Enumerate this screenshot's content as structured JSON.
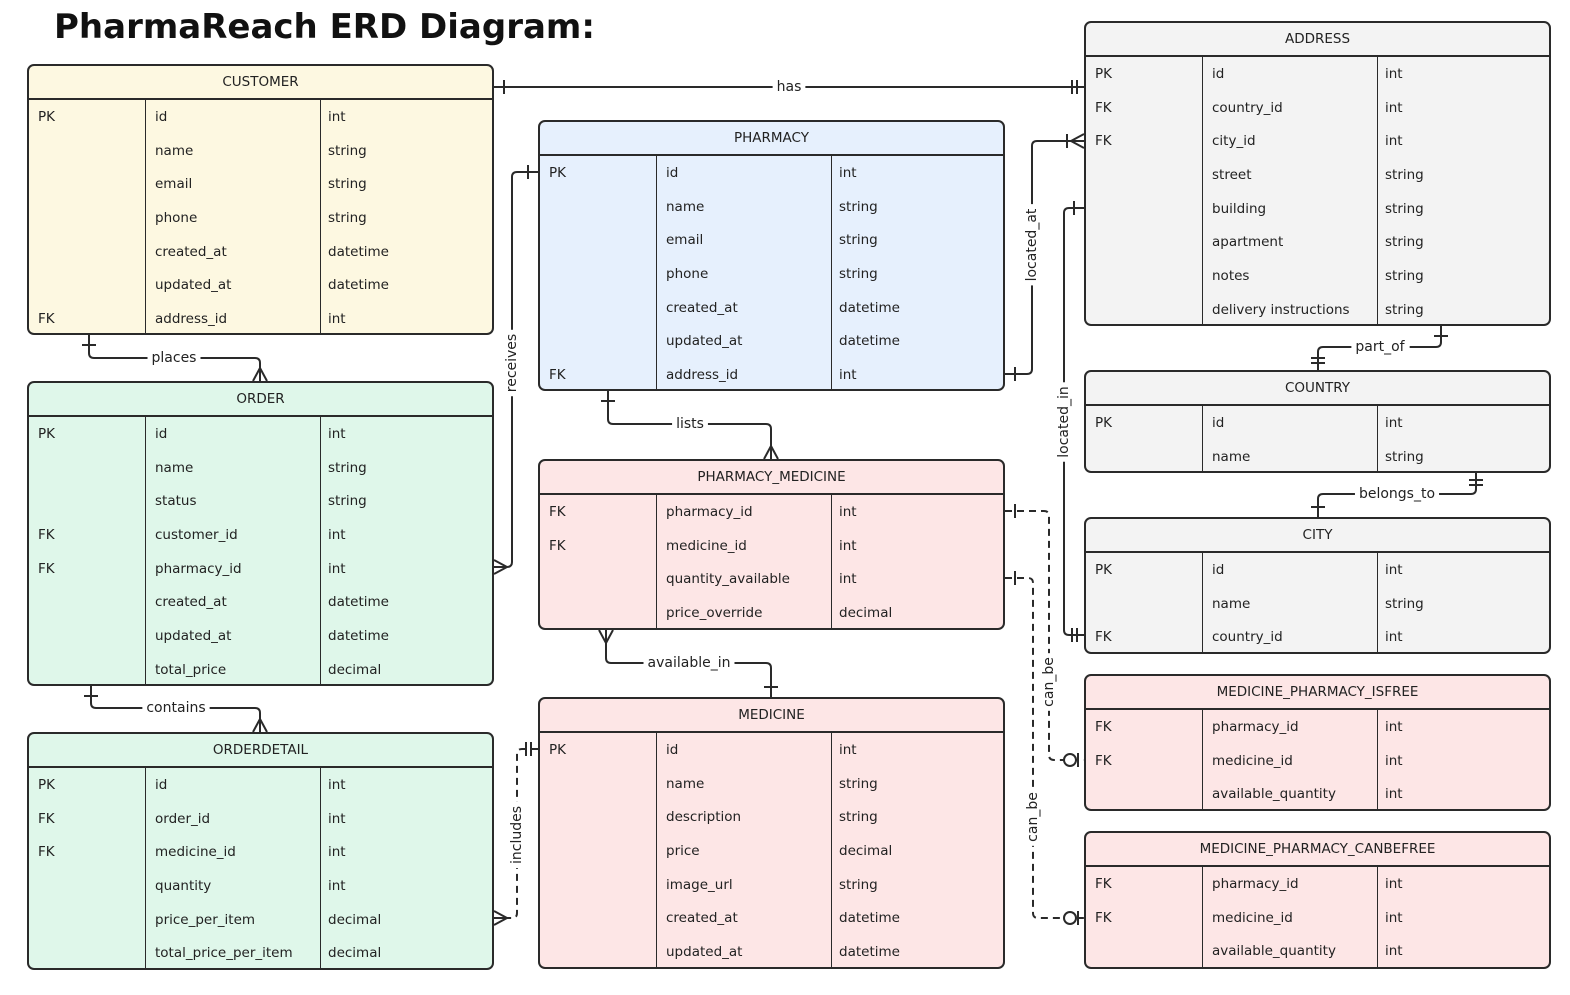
{
  "title": "PharmaReach ERD Diagram:",
  "entities": [
    {
      "id": "customer",
      "name": "CUSTOMER",
      "theme": "yellow",
      "rows": [
        {
          "key": "PK",
          "field": "id",
          "type": "int"
        },
        {
          "key": "",
          "field": "name",
          "type": "string"
        },
        {
          "key": "",
          "field": "email",
          "type": "string"
        },
        {
          "key": "",
          "field": "phone",
          "type": "string"
        },
        {
          "key": "",
          "field": "created_at",
          "type": "datetime"
        },
        {
          "key": "",
          "field": "updated_at",
          "type": "datetime"
        },
        {
          "key": "FK",
          "field": "address_id",
          "type": "int"
        }
      ]
    },
    {
      "id": "order",
      "name": "ORDER",
      "theme": "green",
      "rows": [
        {
          "key": "PK",
          "field": "id",
          "type": "int"
        },
        {
          "key": "",
          "field": "name",
          "type": "string"
        },
        {
          "key": "",
          "field": "status",
          "type": "string"
        },
        {
          "key": "FK",
          "field": "customer_id",
          "type": "int"
        },
        {
          "key": "FK",
          "field": "pharmacy_id",
          "type": "int"
        },
        {
          "key": "",
          "field": "created_at",
          "type": "datetime"
        },
        {
          "key": "",
          "field": "updated_at",
          "type": "datetime"
        },
        {
          "key": "",
          "field": "total_price",
          "type": "decimal"
        }
      ]
    },
    {
      "id": "orderdetail",
      "name": "ORDERDETAIL",
      "theme": "green",
      "rows": [
        {
          "key": "PK",
          "field": "id",
          "type": "int"
        },
        {
          "key": "FK",
          "field": "order_id",
          "type": "int"
        },
        {
          "key": "FK",
          "field": "medicine_id",
          "type": "int"
        },
        {
          "key": "",
          "field": "quantity",
          "type": "int"
        },
        {
          "key": "",
          "field": "price_per_item",
          "type": "decimal"
        },
        {
          "key": "",
          "field": "total_price_per_item",
          "type": "decimal"
        }
      ]
    },
    {
      "id": "pharmacy",
      "name": "PHARMACY",
      "theme": "blue",
      "rows": [
        {
          "key": "PK",
          "field": "id",
          "type": "int"
        },
        {
          "key": "",
          "field": "name",
          "type": "string"
        },
        {
          "key": "",
          "field": "email",
          "type": "string"
        },
        {
          "key": "",
          "field": "phone",
          "type": "string"
        },
        {
          "key": "",
          "field": "created_at",
          "type": "datetime"
        },
        {
          "key": "",
          "field": "updated_at",
          "type": "datetime"
        },
        {
          "key": "FK",
          "field": "address_id",
          "type": "int"
        }
      ]
    },
    {
      "id": "pharmacy_medicine",
      "name": "PHARMACY_MEDICINE",
      "theme": "pink",
      "rows": [
        {
          "key": "FK",
          "field": "pharmacy_id",
          "type": "int"
        },
        {
          "key": "FK",
          "field": "medicine_id",
          "type": "int"
        },
        {
          "key": "",
          "field": "quantity_available",
          "type": "int"
        },
        {
          "key": "",
          "field": "price_override",
          "type": "decimal"
        }
      ]
    },
    {
      "id": "medicine",
      "name": "MEDICINE",
      "theme": "pink",
      "rows": [
        {
          "key": "PK",
          "field": "id",
          "type": "int"
        },
        {
          "key": "",
          "field": "name",
          "type": "string"
        },
        {
          "key": "",
          "field": "description",
          "type": "string"
        },
        {
          "key": "",
          "field": "price",
          "type": "decimal"
        },
        {
          "key": "",
          "field": "image_url",
          "type": "string"
        },
        {
          "key": "",
          "field": "created_at",
          "type": "datetime"
        },
        {
          "key": "",
          "field": "updated_at",
          "type": "datetime"
        }
      ]
    },
    {
      "id": "address",
      "name": "ADDRESS",
      "theme": "gray",
      "rows": [
        {
          "key": "PK",
          "field": "id",
          "type": "int"
        },
        {
          "key": "FK",
          "field": "country_id",
          "type": "int"
        },
        {
          "key": "FK",
          "field": "city_id",
          "type": "int"
        },
        {
          "key": "",
          "field": "street",
          "type": "string"
        },
        {
          "key": "",
          "field": "building",
          "type": "string"
        },
        {
          "key": "",
          "field": "apartment",
          "type": "string"
        },
        {
          "key": "",
          "field": "notes",
          "type": "string"
        },
        {
          "key": "",
          "field": "delivery instructions",
          "type": "string"
        }
      ]
    },
    {
      "id": "country",
      "name": "COUNTRY",
      "theme": "gray",
      "rows": [
        {
          "key": "PK",
          "field": "id",
          "type": "int"
        },
        {
          "key": "",
          "field": "name",
          "type": "string"
        }
      ]
    },
    {
      "id": "city",
      "name": "CITY",
      "theme": "gray",
      "rows": [
        {
          "key": "PK",
          "field": "id",
          "type": "int"
        },
        {
          "key": "",
          "field": "name",
          "type": "string"
        },
        {
          "key": "FK",
          "field": "country_id",
          "type": "int"
        }
      ]
    },
    {
      "id": "medicine_pharmacy_isfree",
      "name": "MEDICINE_PHARMACY_ISFREE",
      "theme": "pink",
      "rows": [
        {
          "key": "FK",
          "field": "pharmacy_id",
          "type": "int"
        },
        {
          "key": "FK",
          "field": "medicine_id",
          "type": "int"
        },
        {
          "key": "",
          "field": "available_quantity",
          "type": "int"
        }
      ]
    },
    {
      "id": "medicine_pharmacy_canbefree",
      "name": "MEDICINE_PHARMACY_CANBEFREE",
      "theme": "pink",
      "rows": [
        {
          "key": "FK",
          "field": "pharmacy_id",
          "type": "int"
        },
        {
          "key": "FK",
          "field": "medicine_id",
          "type": "int"
        },
        {
          "key": "",
          "field": "available_quantity",
          "type": "int"
        }
      ]
    }
  ],
  "relationships": [
    {
      "id": "has",
      "label": "has",
      "from": "customer",
      "to": "address"
    },
    {
      "id": "places",
      "label": "places",
      "from": "customer",
      "to": "order"
    },
    {
      "id": "receives",
      "label": "receives",
      "from": "pharmacy",
      "to": "order"
    },
    {
      "id": "contains",
      "label": "contains",
      "from": "order",
      "to": "orderdetail"
    },
    {
      "id": "includes",
      "label": "includes",
      "from": "medicine",
      "to": "orderdetail"
    },
    {
      "id": "lists",
      "label": "lists",
      "from": "pharmacy",
      "to": "pharmacy_medicine"
    },
    {
      "id": "available_in",
      "label": "available_in",
      "from": "medicine",
      "to": "pharmacy_medicine"
    },
    {
      "id": "located_at",
      "label": "located_at",
      "from": "pharmacy",
      "to": "address"
    },
    {
      "id": "located_in",
      "label": "located_in",
      "from": "address",
      "to": "city"
    },
    {
      "id": "part_of",
      "label": "part_of",
      "from": "address",
      "to": "country"
    },
    {
      "id": "belongs_to",
      "label": "belongs_to",
      "from": "city",
      "to": "country"
    },
    {
      "id": "can_be_1",
      "label": "can_be",
      "from": "pharmacy_medicine",
      "to": "medicine_pharmacy_isfree"
    },
    {
      "id": "can_be_2",
      "label": "can_be",
      "from": "pharmacy_medicine",
      "to": "medicine_pharmacy_canbefree"
    }
  ],
  "colors": {
    "yellow": "#fdf8e1",
    "green": "#dff7ea",
    "blue": "#e6f0fd",
    "pink": "#fde6e6",
    "gray": "#f3f3f3",
    "border": "#2a2a2a"
  }
}
